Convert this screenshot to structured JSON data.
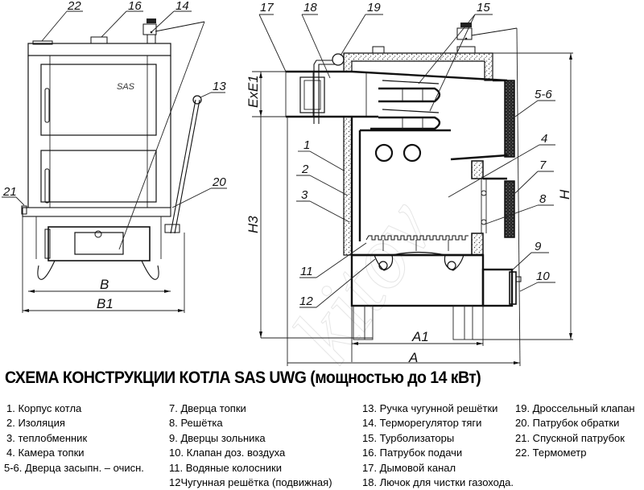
{
  "title": "СХЕМА КОНСТРУКЦИИ КОТЛА  SAS UWG (мощностью  до 14 кВт)",
  "diagram": {
    "front_view": {
      "brand_mark": "SAS",
      "callouts": [
        "22",
        "16",
        "14",
        "13",
        "21",
        "20"
      ],
      "dimensions": {
        "width_inner": "B",
        "width_outer": "B1"
      }
    },
    "section_view": {
      "callouts": [
        "17",
        "18",
        "19",
        "15",
        "5-6",
        "4",
        "7",
        "8",
        "9",
        "10",
        "1",
        "2",
        "3",
        "11",
        "12"
      ],
      "dimensions": {
        "flue": "ExE1",
        "height_outlet": "H3",
        "height": "H",
        "depth_inner": "A1",
        "depth_outer": "A"
      }
    },
    "watermark": "kitov"
  },
  "legend": {
    "col1": [
      "1. Корпус котла",
      "2. Изоляция",
      "3. теплобменник",
      "4. Камера топки",
      "5-6. Дверца засыпн. – очисн."
    ],
    "col2": [
      "7.   Дверца топки",
      "8.  Решётка",
      "9.   Дверцы зольника",
      "10.  Клапан доз. воздуха",
      "11. Водяные колосники",
      "12Чугунная решётка (подвижная)"
    ],
    "col3": [
      "13.  Ручка чугунной решётки",
      "14.  Терморегулятор тяги",
      "15. Турболизаторы",
      "16.   Патрубок подачи",
      "17.  Дымовой канал",
      "18.  Лючок для чистки газохода."
    ],
    "col4": [
      "19.  Дроссельный клапан",
      "20. Патрубок   обратки",
      "21. Спускной патрубок",
      "22. Термометр"
    ]
  }
}
